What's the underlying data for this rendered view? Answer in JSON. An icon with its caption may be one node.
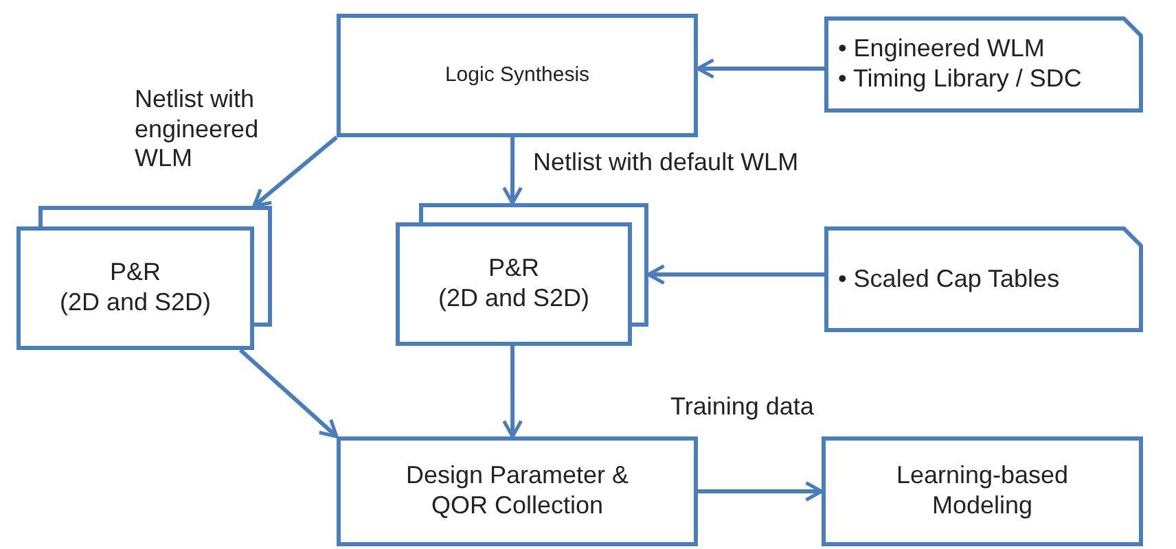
{
  "diagram": {
    "nodes": [
      {
        "text": [
          "Logic Synthesis"
        ]
      },
      {
        "text": [
          "• Engineered WLM",
          "• Timing Library / SDC"
        ]
      },
      {
        "text": [
          "P&R",
          "(2D and S2D)"
        ]
      },
      {
        "text": [
          "P&R",
          "(2D and S2D)"
        ]
      },
      {
        "text": [
          "• Scaled Cap Tables"
        ]
      },
      {
        "text": [
          "Design Parameter & QOR Collection"
        ]
      },
      {
        "text": [
          "Learning-based Modeling"
        ]
      }
    ],
    "edges": [
      {
        "from": 1,
        "to": 0,
        "arrow": "to"
      },
      {
        "from": 0,
        "to": 2,
        "arrow": "to",
        "label": "Netlist with engineered WLM"
      },
      {
        "from": 0,
        "to": 3,
        "arrow": "to",
        "label": "Netlist with default WLM"
      },
      {
        "from": 4,
        "to": 3,
        "arrow": "to"
      },
      {
        "from": 2,
        "to": 5,
        "arrow": "to"
      },
      {
        "from": 3,
        "to": 5,
        "arrow": "to"
      },
      {
        "from": 5,
        "to": 6,
        "arrow": "to"
      }
    ],
    "labels": [
      "Training data"
    ]
  }
}
